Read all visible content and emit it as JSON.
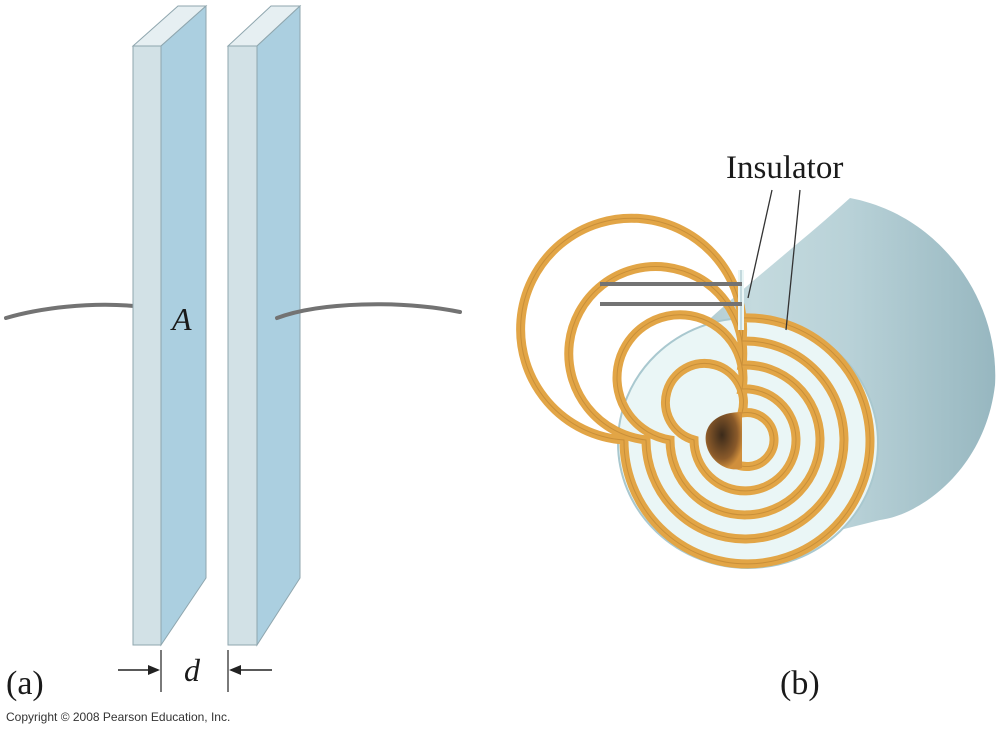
{
  "figure_a": {
    "panel_label": "(a)",
    "area_label": "A",
    "separation_label": "d"
  },
  "figure_b": {
    "panel_label": "(b)",
    "insulator_label": "Insulator"
  },
  "copyright": "Copyright © 2008 Pearson Education, Inc.",
  "colors": {
    "plate_front": "#d2e1e6",
    "plate_side": "#abcfe0",
    "plate_top": "#e6eff2",
    "wire": "#737373",
    "conductor": "#e2a546",
    "insulator": "#eaf6f6",
    "cylinder_body": "#b7d2d9"
  }
}
